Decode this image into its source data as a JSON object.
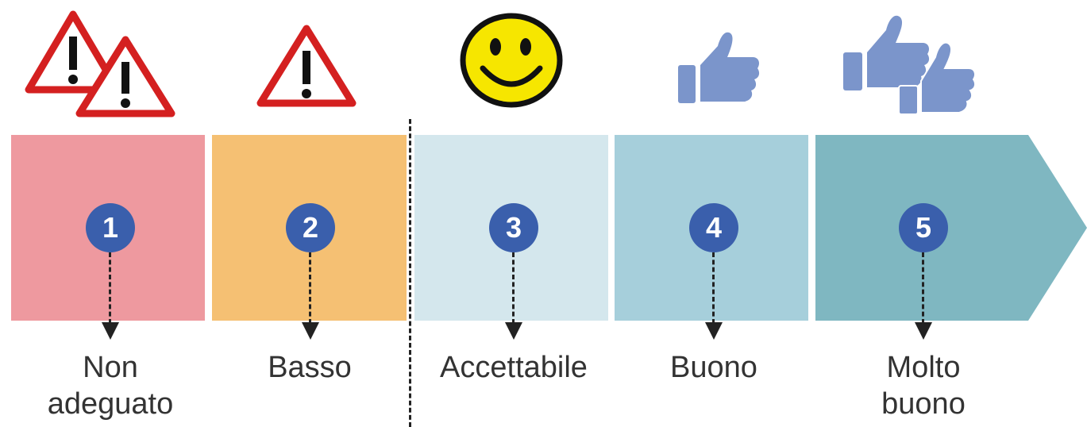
{
  "levels": [
    {
      "number": "1",
      "label_line1": "Non",
      "label_line2": "adeguato",
      "icon": "double-warning-triangle-icon",
      "color": "#ee999f"
    },
    {
      "number": "2",
      "label_line1": "Basso",
      "label_line2": "",
      "icon": "warning-triangle-icon",
      "color": "#f5c073"
    },
    {
      "number": "3",
      "label_line1": "Accettabile",
      "label_line2": "",
      "icon": "smiley-face-icon",
      "color": "#d4e7ed"
    },
    {
      "number": "4",
      "label_line1": "Buono",
      "label_line2": "",
      "icon": "thumbs-up-icon",
      "color": "#a6cfdb"
    },
    {
      "number": "5",
      "label_line1": "Molto",
      "label_line2": "buono",
      "icon": "double-thumbs-up-icon",
      "color": "#7fb7c1"
    }
  ],
  "colors": {
    "badge": "#3a5fac",
    "warning_red": "#d42020",
    "smiley_yellow": "#f6e600",
    "thumb_blue": "#7b95cb"
  }
}
